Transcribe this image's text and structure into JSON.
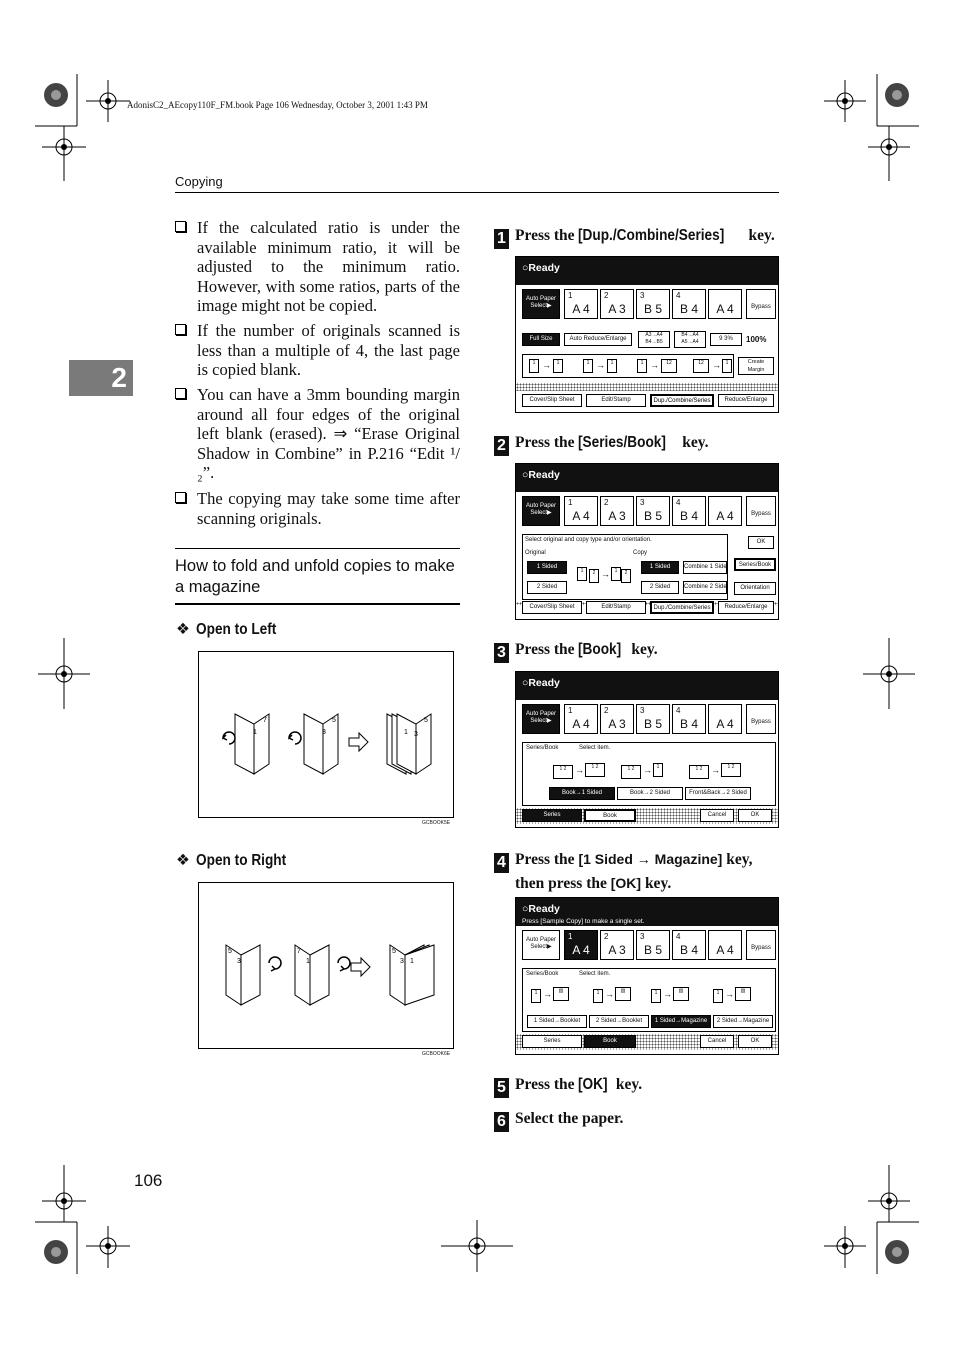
{
  "header": {
    "file_stamp": "AdonisC2_AEcopy110F_FM.book  Page 106  Wednesday, October 3, 2001  1:43 PM",
    "running_title": "Copying"
  },
  "chapter_tab": "2",
  "notes": [
    "If the calculated ratio is under the available minimum ratio, it will be adjusted to the minimum ratio. However, with some ratios, parts of the image might not be copied.",
    "If the number of originals scanned is less than a multiple of 4, the last page is copied blank.",
    "You can have a 3mm bounding margin around all four edges of the original left blank (erased). ⇒ “Erase Original Shadow in Combine” in P.216 “Edit ¹/₂”.",
    "The copying may take some time after scanning originals."
  ],
  "section_title": "How to fold and unfold copies to make a magazine",
  "figures": [
    {
      "heading": "Open to Left",
      "code": "GCBOOK5E",
      "pages": [
        "7",
        "1",
        "5",
        "3",
        "5",
        "1",
        "3"
      ]
    },
    {
      "heading": "Open to Right",
      "code": "GCBOOK6E",
      "pages": [
        "5",
        "3",
        "7",
        "1",
        "5",
        "3",
        "1"
      ]
    }
  ],
  "steps": [
    {
      "num": "1",
      "pre": "Press the ",
      "key": "[Dup./Combine/Series]",
      "post": " key."
    },
    {
      "num": "2",
      "pre": "Press the ",
      "key": "[Series/Book]",
      "post": " key."
    },
    {
      "num": "3",
      "pre": "Press the ",
      "key": "[Book]",
      "post": " key."
    },
    {
      "num": "4",
      "pre": "Press the ",
      "key": "[1 Sided → Magazine]",
      "post": " key,",
      "line2_pre": "then press the ",
      "line2_key": "[OK]",
      "line2_post": " key."
    },
    {
      "num": "5",
      "pre": "Press the ",
      "key": "[OK]",
      "post": " key."
    },
    {
      "num": "6",
      "pre": "Select the paper.",
      "key": "",
      "post": ""
    }
  ],
  "screen": {
    "ready": "Ready",
    "auto_paper": "Auto Paper Select▶",
    "trays": [
      {
        "idx": "1",
        "size": "A 4"
      },
      {
        "idx": "2",
        "size": "A 3"
      },
      {
        "idx": "3",
        "size": "B 5"
      },
      {
        "idx": "4",
        "size": "B 4"
      },
      {
        "idx": "",
        "size": "A 4"
      }
    ],
    "bypass": "Bypass",
    "bottom_tabs": [
      "Cover/Slip Sheet",
      "Edit/Stamp",
      "Dup./Combine/Series",
      "Reduce/Enlarge"
    ],
    "s1": {
      "full_size": "Full Size",
      "auto_re": "Auto Reduce/Enlarge",
      "r1": "A3→A4 B4→B5",
      "r2": "B4→A4 A5→A4",
      "ratio_box": "9 3%",
      "ratio": "100%",
      "create_margin": "Create Margin"
    },
    "s2": {
      "instruction": "Select original and copy type and/or orientation.",
      "ok": "OK",
      "original": "Original",
      "copy": "Copy",
      "orig_1": "1 Sided",
      "orig_2": "2 Sided",
      "copy_1": "1 Sided",
      "copy_2": "2 Sided",
      "comb_1": "Combine 1 Side",
      "comb_2": "Combine 2 Side",
      "series_book": "Series/Book",
      "orientation": "Orientation"
    },
    "s3": {
      "title": "Series/Book",
      "select": "Select item.",
      "opts": [
        "Book→1 Sided",
        "Book→2 Sided",
        "Front&Back→2 Sided"
      ],
      "series": "Series",
      "book": "Book",
      "cancel": "Cancel",
      "ok": "OK"
    },
    "s4": {
      "message": "Press [Sample Copy] to make a single set.",
      "opts": [
        "1 Sided→Booklet",
        "2 Sided→Booklet",
        "1 Sided→Magazine",
        "2 Sided→Magazine"
      ]
    }
  },
  "page_number": "106"
}
